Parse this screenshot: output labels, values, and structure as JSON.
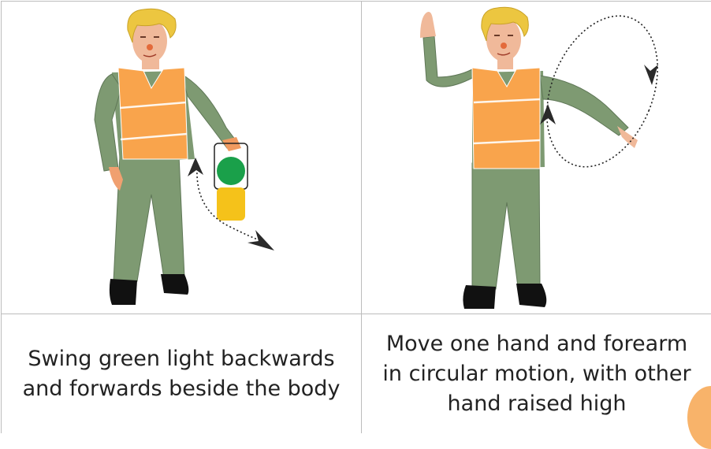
{
  "captions": {
    "left": {
      "line1": "Swing green light backwards",
      "line2": "and forwards beside the body"
    },
    "right": {
      "line1": "Move one hand and forearm",
      "line2": "in circular motion, with other",
      "line3": "hand raised high"
    }
  },
  "colors": {
    "vest": "#f9a44c",
    "sleeve": "#7e9a72",
    "trousers": "#7e9a72",
    "hair": "#ecc640",
    "skin": "#f0b99a",
    "shoe": "#111111",
    "lamp_green": "#1aa04a",
    "lamp_yellow": "#f5c21a",
    "border": "#bcbcbc"
  },
  "icons": [
    "worker-figure",
    "green-light-lamp",
    "swing-arrow",
    "circular-motion-arrow"
  ]
}
